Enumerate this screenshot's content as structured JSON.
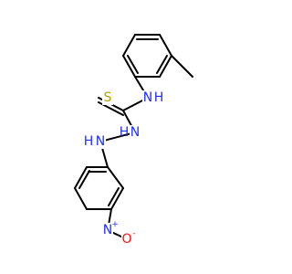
{
  "molecule": {
    "atoms": {
      "sulfur": "S",
      "thioamide_nh": "N",
      "thioamide_h": "H",
      "hydrazine_nh1": "N",
      "hydrazine_h1": "H",
      "hydrazine_nh2": "N",
      "hydrazine_h2": "H",
      "nitro_n": "N",
      "nitro_n_charge": "+",
      "nitro_o": "O",
      "nitro_o_charge": "-"
    },
    "colors": {
      "bond": "#000000",
      "sulfur": "#b8a100",
      "nitrogen": "#1f2fff",
      "oxygen": "#ff0d0d"
    }
  }
}
